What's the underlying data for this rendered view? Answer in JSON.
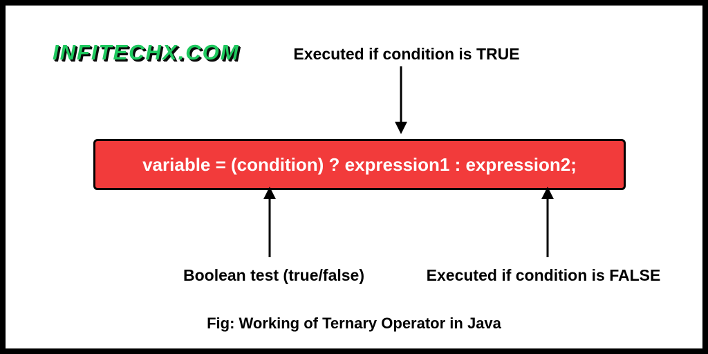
{
  "page": {
    "background_color": "#ffffff",
    "border_color": "#000000"
  },
  "logo": {
    "text": "INFITECHX.COM",
    "color": "#1fc95f",
    "shadow_color": "#0a0a0a"
  },
  "labels": {
    "top": "Executed if condition is TRUE",
    "bottom_left": "Boolean test (true/false)",
    "bottom_right": "Executed if condition is FALSE",
    "caption": "Fig: Working of Ternary Operator in Java"
  },
  "code_box": {
    "text": "variable = (condition) ? expression1 : expression2;",
    "fill_color": "#f23b3b",
    "border_color": "#000000",
    "text_color": "#ffffff"
  },
  "arrows": {
    "color": "#000000",
    "top_arrow_direction": "down",
    "bottom_left_arrow_direction": "up",
    "bottom_right_arrow_direction": "up"
  }
}
